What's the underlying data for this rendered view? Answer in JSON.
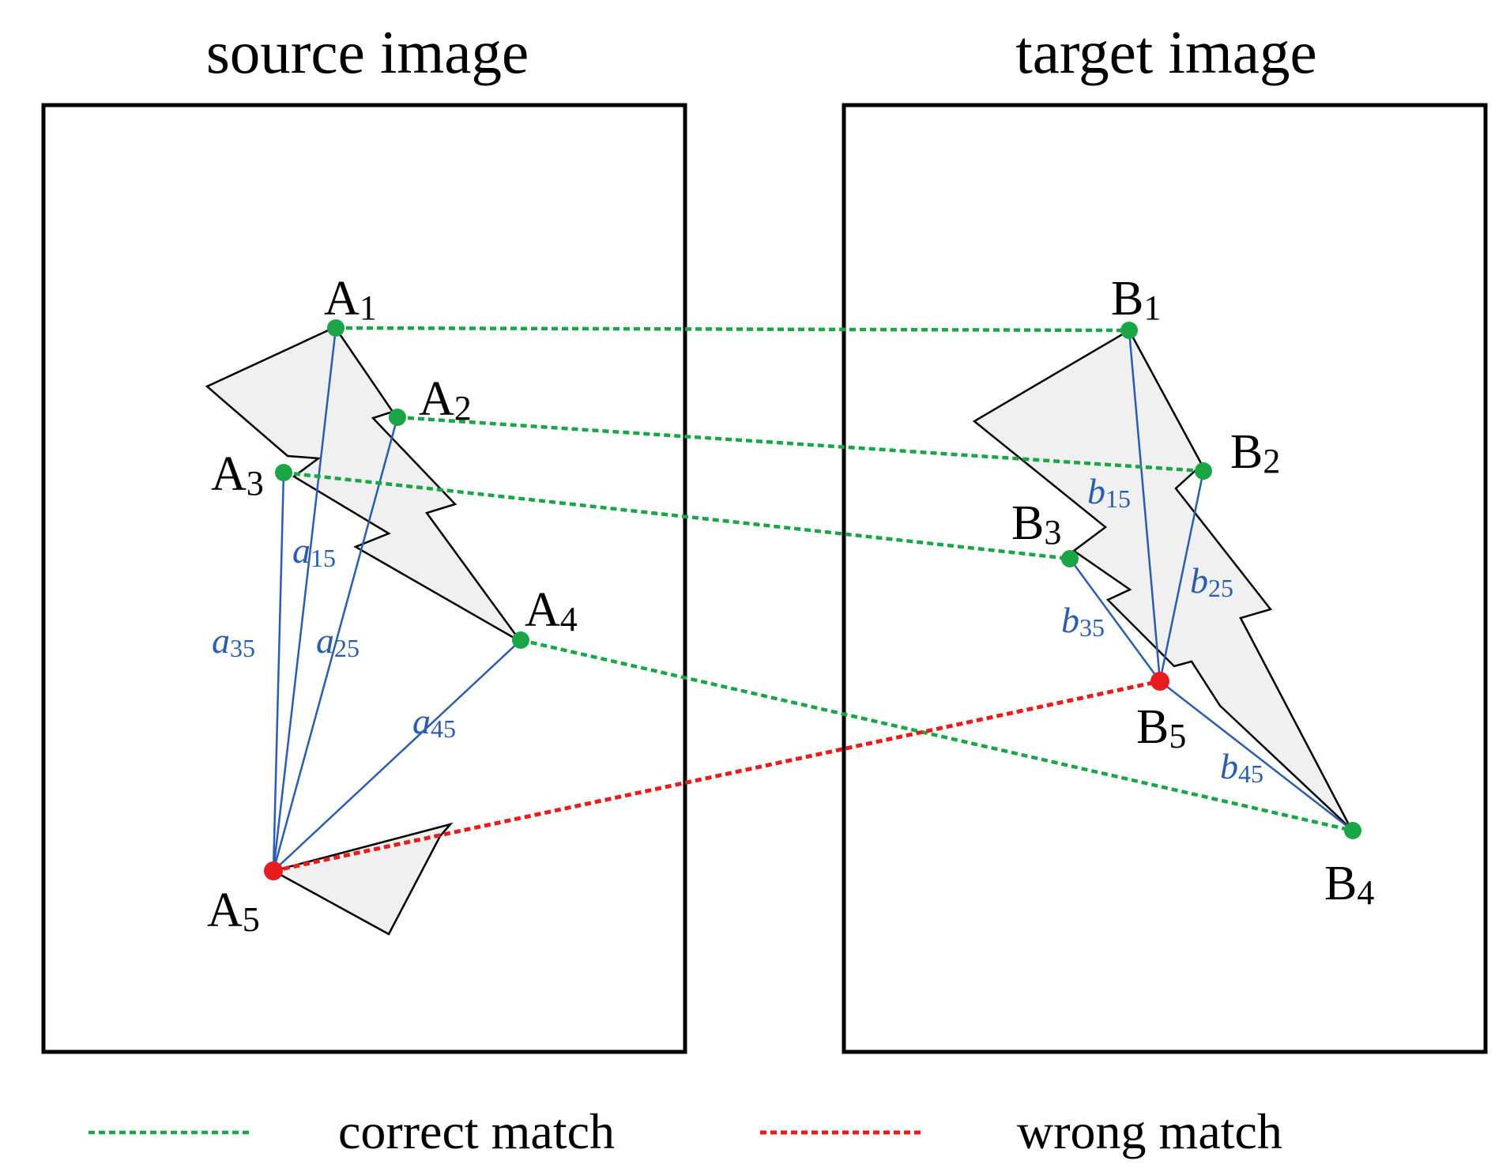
{
  "titles": {
    "source": "source image",
    "target": "target image"
  },
  "points": {
    "A1": {
      "letter": "A",
      "sub": "1",
      "status": "correct"
    },
    "A2": {
      "letter": "A",
      "sub": "2",
      "status": "correct"
    },
    "A3": {
      "letter": "A",
      "sub": "3",
      "status": "correct"
    },
    "A4": {
      "letter": "A",
      "sub": "4",
      "status": "correct"
    },
    "A5": {
      "letter": "A",
      "sub": "5",
      "status": "wrong"
    },
    "B1": {
      "letter": "B",
      "sub": "1",
      "status": "correct"
    },
    "B2": {
      "letter": "B",
      "sub": "2",
      "status": "correct"
    },
    "B3": {
      "letter": "B",
      "sub": "3",
      "status": "correct"
    },
    "B4": {
      "letter": "B",
      "sub": "4",
      "status": "correct"
    },
    "B5": {
      "letter": "B",
      "sub": "5",
      "status": "wrong"
    }
  },
  "edges": {
    "a15": {
      "letter": "a",
      "sub": "15"
    },
    "a25": {
      "letter": "a",
      "sub": "25"
    },
    "a35": {
      "letter": "a",
      "sub": "35"
    },
    "a45": {
      "letter": "a",
      "sub": "45"
    },
    "b15": {
      "letter": "b",
      "sub": "15"
    },
    "b25": {
      "letter": "b",
      "sub": "25"
    },
    "b35": {
      "letter": "b",
      "sub": "35"
    },
    "b45": {
      "letter": "b",
      "sub": "45"
    }
  },
  "matches": [
    {
      "from": "A1",
      "to": "B1",
      "type": "correct"
    },
    {
      "from": "A2",
      "to": "B2",
      "type": "correct"
    },
    {
      "from": "A3",
      "to": "B3",
      "type": "correct"
    },
    {
      "from": "A4",
      "to": "B4",
      "type": "correct"
    },
    {
      "from": "A5",
      "to": "B5",
      "type": "wrong"
    }
  ],
  "legend": {
    "correct_label": "correct match",
    "wrong_label": "wrong match"
  },
  "colors": {
    "correct": "#1aa646",
    "wrong": "#e81c1c",
    "edge": "#2a5db0",
    "shape_fill": "#f0f0f0"
  }
}
